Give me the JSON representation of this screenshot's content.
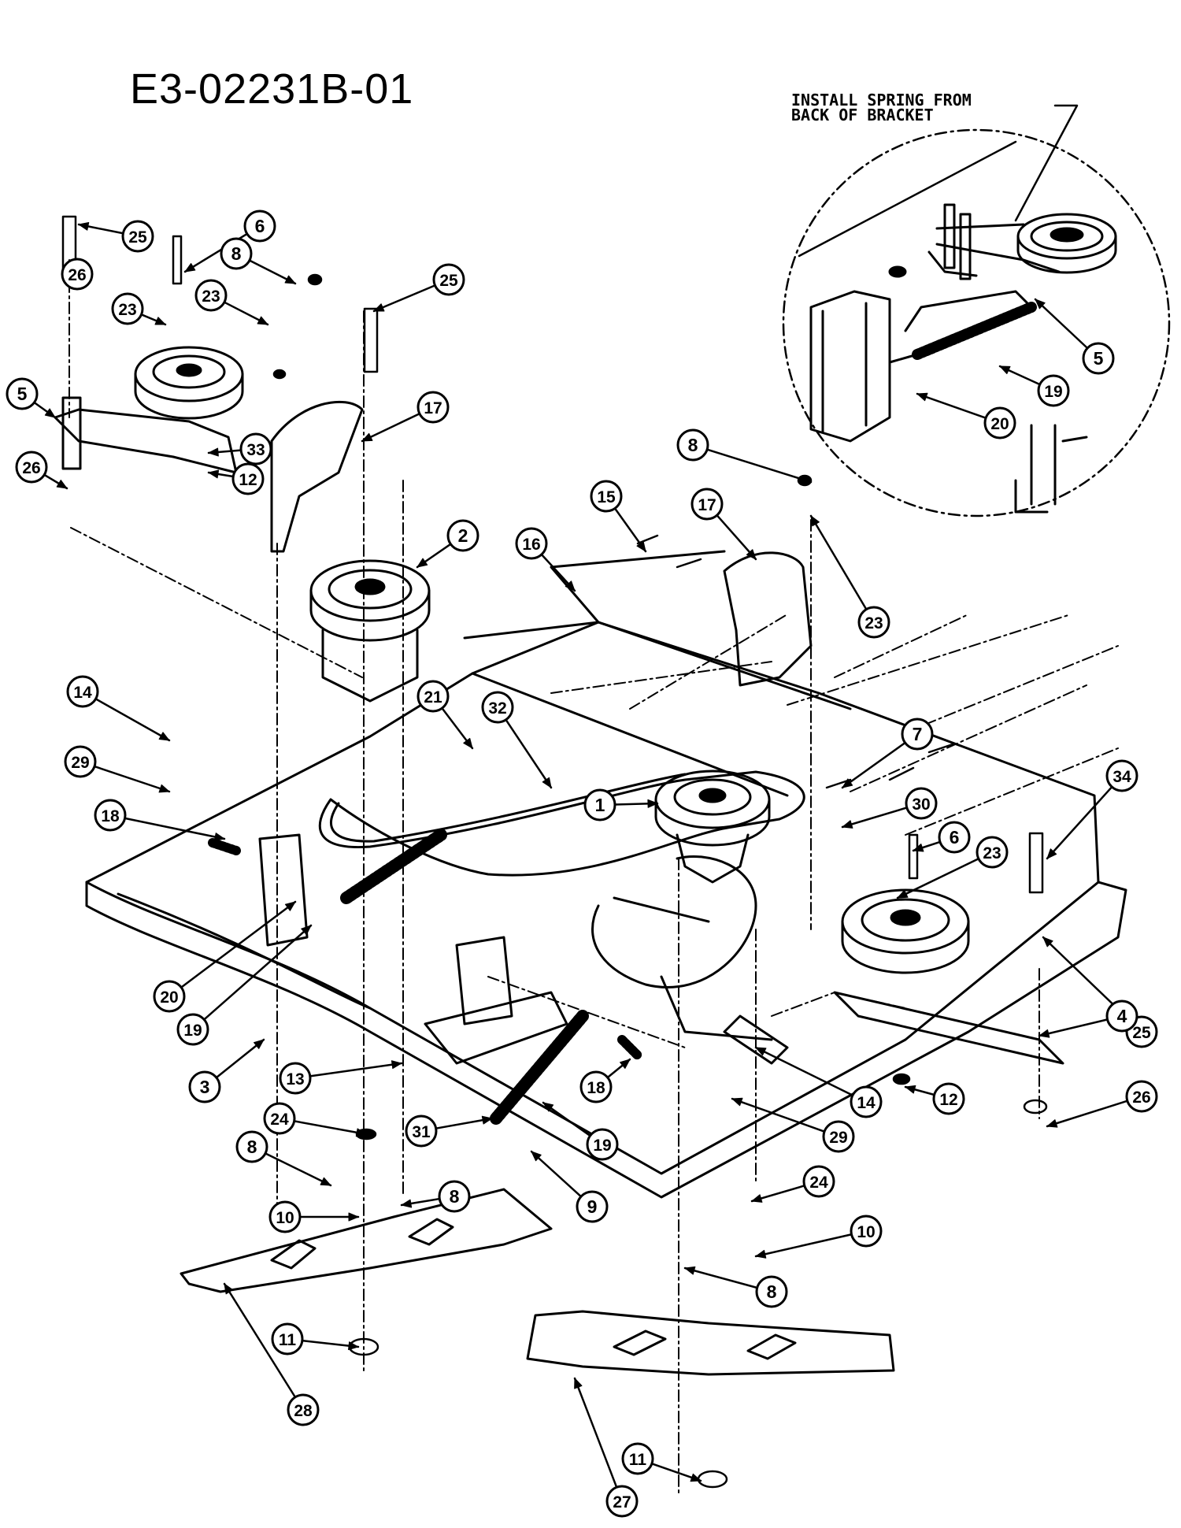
{
  "title": "E3-02231B-01",
  "note": {
    "line1": "INSTALL SPRING FROM",
    "line2": "BACK OF BRACKET"
  },
  "callouts": [
    {
      "n": "25"
    },
    {
      "n": "26"
    },
    {
      "n": "6"
    },
    {
      "n": "8"
    },
    {
      "n": "23"
    },
    {
      "n": "23"
    },
    {
      "n": "25"
    },
    {
      "n": "5"
    },
    {
      "n": "33"
    },
    {
      "n": "12"
    },
    {
      "n": "26"
    },
    {
      "n": "17"
    },
    {
      "n": "2"
    },
    {
      "n": "8"
    },
    {
      "n": "15"
    },
    {
      "n": "16"
    },
    {
      "n": "17"
    },
    {
      "n": "23"
    },
    {
      "n": "14"
    },
    {
      "n": "29"
    },
    {
      "n": "18"
    },
    {
      "n": "21"
    },
    {
      "n": "32"
    },
    {
      "n": "1"
    },
    {
      "n": "7"
    },
    {
      "n": "30"
    },
    {
      "n": "6"
    },
    {
      "n": "34"
    },
    {
      "n": "23"
    },
    {
      "n": "25"
    },
    {
      "n": "4"
    },
    {
      "n": "26"
    },
    {
      "n": "20"
    },
    {
      "n": "19"
    },
    {
      "n": "3"
    },
    {
      "n": "13"
    },
    {
      "n": "18"
    },
    {
      "n": "14"
    },
    {
      "n": "12"
    },
    {
      "n": "24"
    },
    {
      "n": "31"
    },
    {
      "n": "19"
    },
    {
      "n": "29"
    },
    {
      "n": "8"
    },
    {
      "n": "8"
    },
    {
      "n": "10"
    },
    {
      "n": "9"
    },
    {
      "n": "24"
    },
    {
      "n": "10"
    },
    {
      "n": "8"
    },
    {
      "n": "11"
    },
    {
      "n": "28"
    },
    {
      "n": "11"
    },
    {
      "n": "27"
    },
    {
      "n": "5"
    },
    {
      "n": "19"
    },
    {
      "n": "20"
    }
  ]
}
